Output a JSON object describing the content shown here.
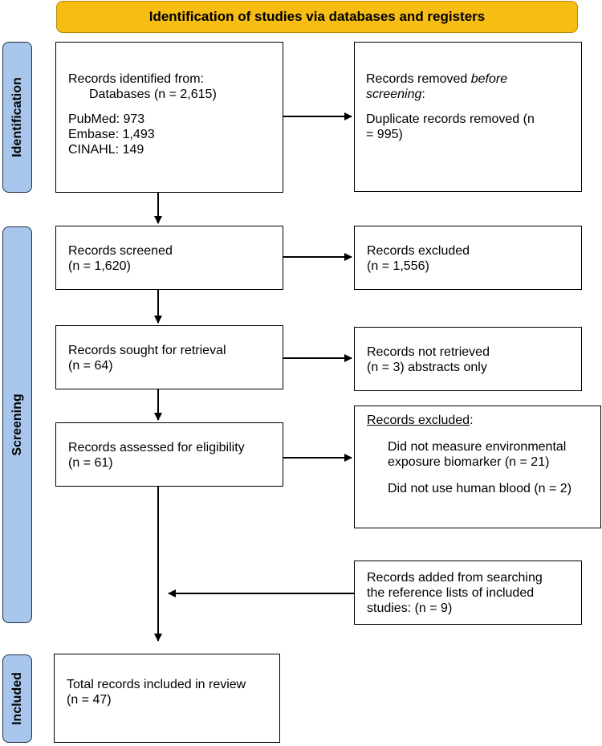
{
  "header": {
    "title": "Identification of studies via databases and registers"
  },
  "phases": {
    "identification": "Identification",
    "screening": "Screening",
    "included": "Included"
  },
  "boxes": {
    "identified": {
      "line1": "Records identified from:",
      "line2": "Databases (n = 2,615)",
      "sources": [
        "PubMed: 973",
        "Embase: 1,493",
        "CINAHL: 149"
      ]
    },
    "removed": {
      "line1_plain": "Records removed ",
      "line1_italic": "before",
      "line2_italic": "screening",
      "line2_tail": ":",
      "line3": "Duplicate records removed (n",
      "line4": "= 995)"
    },
    "screened": {
      "line1": "Records screened",
      "line2": "(n = 1,620)"
    },
    "excluded1": {
      "line1": "Records excluded",
      "line2": "(n = 1,556)"
    },
    "sought": {
      "line1": "Records sought for retrieval",
      "line2": "(n = 64)"
    },
    "not_retrieved": {
      "line1": "Records not retrieved",
      "line2": "(n = 3) abstracts only"
    },
    "assessed": {
      "line1": "Records assessed for eligibility",
      "line2": "(n = 61)"
    },
    "excluded2": {
      "title": "Records excluded",
      "title_tail": ":",
      "reason1_line1": "Did not measure environmental",
      "reason1_line2": "exposure biomarker (n = 21)",
      "reason2": "Did not use human blood (n = 2)"
    },
    "added": {
      "line1": "Records added from searching",
      "line2": "the reference lists of included",
      "line3": "studies: (n = 9)"
    },
    "included": {
      "line1": "Total records included in review",
      "line2": "(n = 47)"
    }
  }
}
